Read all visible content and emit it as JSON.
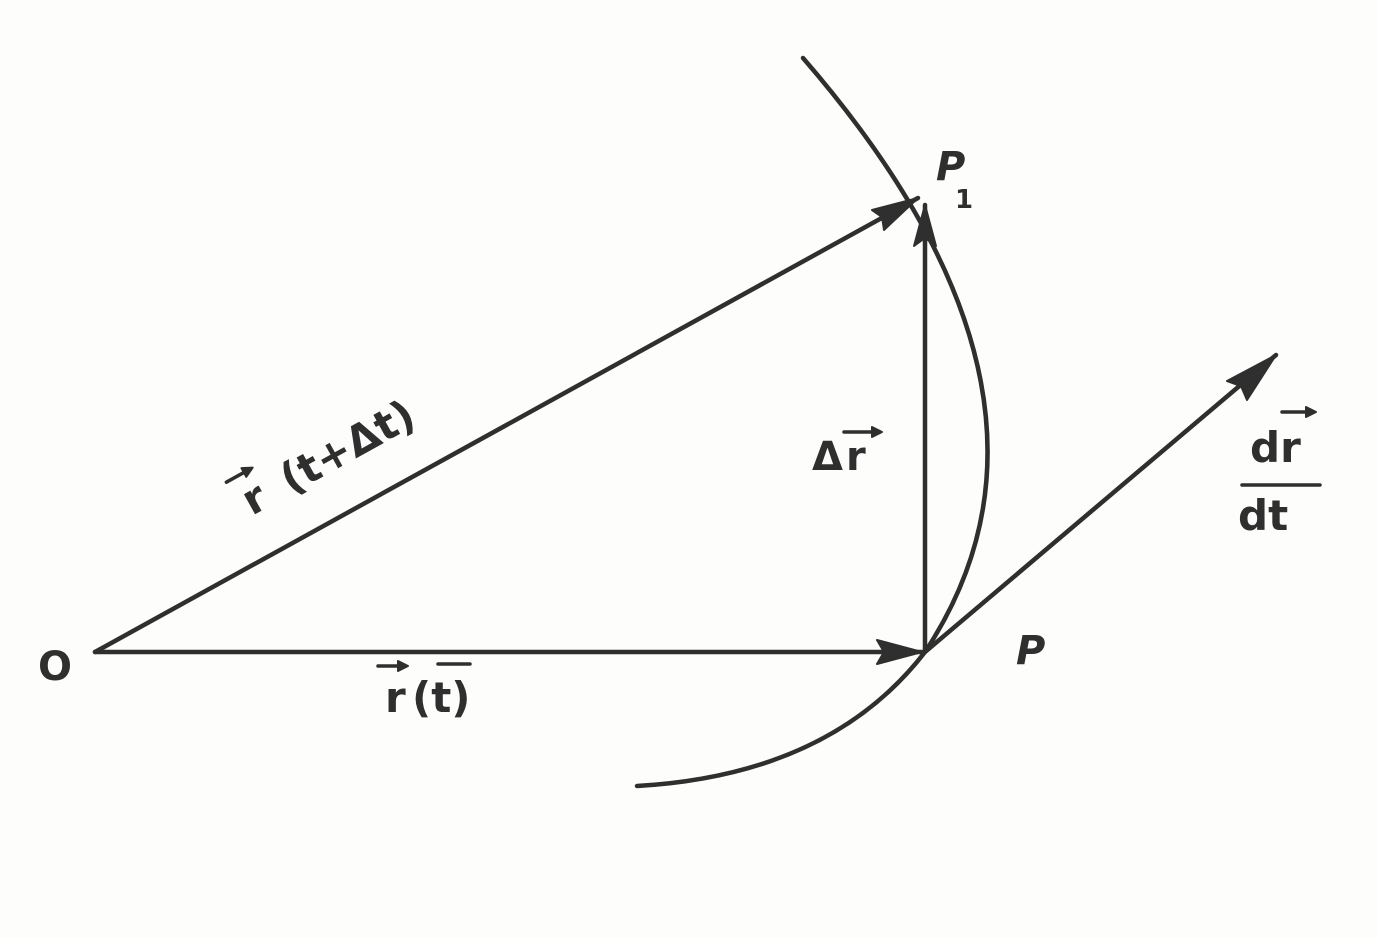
{
  "labels": {
    "origin": "O",
    "point_p": "P",
    "point_p1_letter": "P",
    "point_p1_sub": "1",
    "r_t_var": "r",
    "r_t_arg": "(t)",
    "r_t_dt_var": "r",
    "r_t_dt_arg": "(t+Δt)",
    "delta_r_delta": "Δ",
    "delta_r_var": "r",
    "deriv_num": "dr",
    "deriv_den": "dt"
  }
}
